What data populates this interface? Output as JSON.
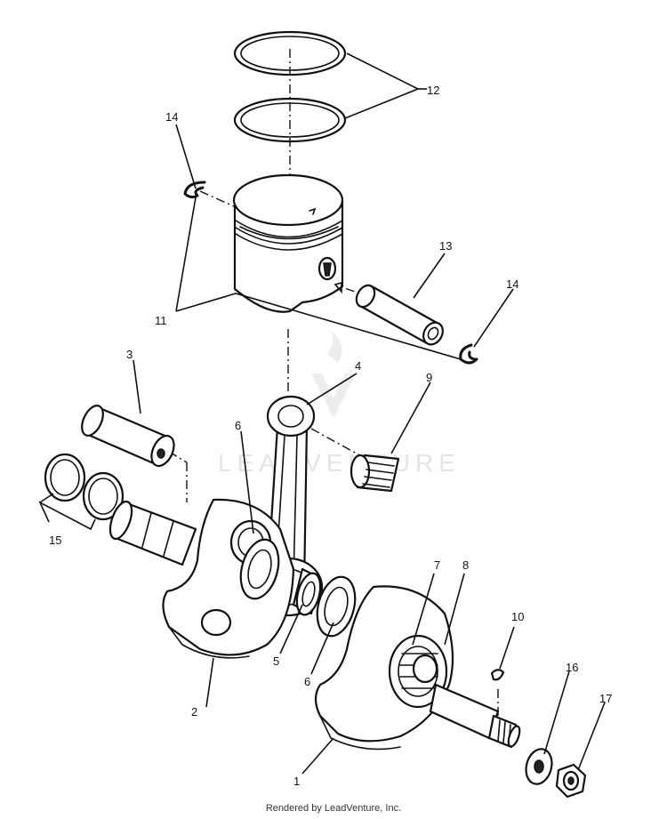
{
  "diagram": {
    "callouts": {
      "c1": "1",
      "c2": "2",
      "c3": "3",
      "c4": "4",
      "c5": "5",
      "c6a": "6",
      "c6b": "6",
      "c7": "7",
      "c8": "8",
      "c9": "9",
      "c10": "10",
      "c11": "11",
      "c12": "12",
      "c13": "13",
      "c14a": "14",
      "c14b": "14",
      "c15": "15",
      "c16": "16",
      "c17": "17"
    },
    "watermark": "LEADVENTURE"
  },
  "footer": {
    "text": "Rendered by LeadVenture, Inc."
  }
}
